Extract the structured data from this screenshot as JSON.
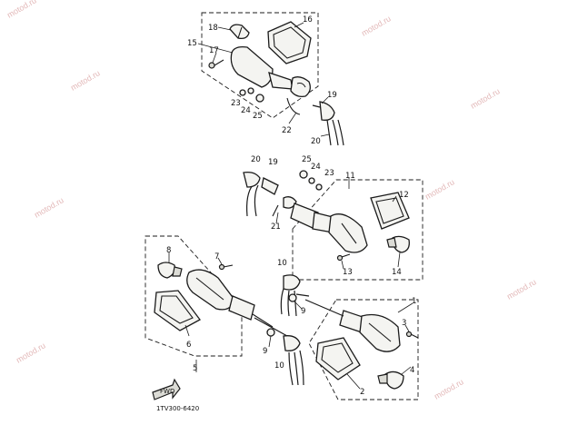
{
  "watermark": "motod.ru",
  "diagram_code": "1TV300-6420",
  "fwd_label": "FWD",
  "callouts": {
    "c1": "1",
    "c2": "2",
    "c3": "3",
    "c4": "4",
    "c5": "5",
    "c6": "6",
    "c7": "7",
    "c8": "8",
    "c9a": "9",
    "c9b": "9",
    "c10a": "10",
    "c10b": "10",
    "c11": "11",
    "c12": "12",
    "c13": "13",
    "c14": "14",
    "c15": "15",
    "c16": "16",
    "c17": "17",
    "c18": "18",
    "c19a": "19",
    "c19b": "19",
    "c20a": "20",
    "c20b": "20",
    "c21": "21",
    "c22": "22",
    "c23a": "23",
    "c23b": "23",
    "c24a": "24",
    "c24b": "24",
    "c25a": "25",
    "c25b": "25"
  }
}
